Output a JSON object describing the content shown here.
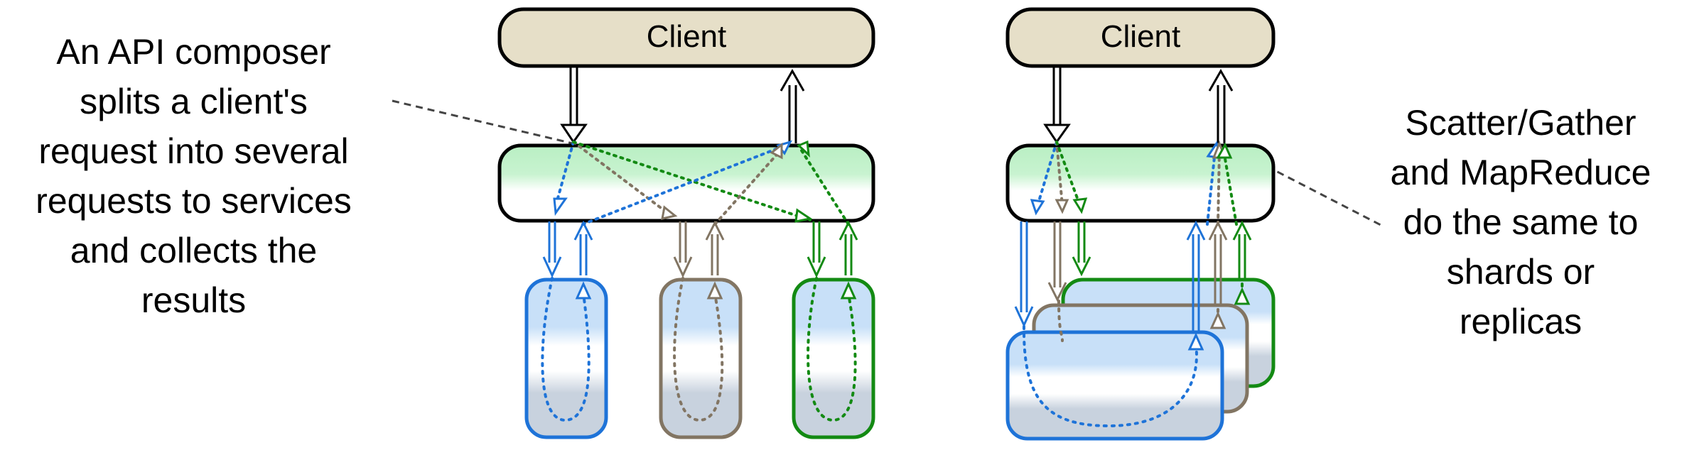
{
  "left_caption_lines": [
    "An API composer",
    "splits a client's",
    "request into several",
    "requests to services",
    "and collects the",
    "results"
  ],
  "right_caption_lines": [
    "Scatter/Gather",
    "and MapReduce",
    "do the same to",
    "shards or",
    "replicas"
  ],
  "left_client_label": "Client",
  "right_client_label": "Client",
  "colors": {
    "client_fill": "#e6dfc8",
    "composer_green": "#b9efc3",
    "blue": "#1e73d8",
    "brown": "#827563",
    "green": "#138a13",
    "service_top": "#c8e0f8",
    "service_bottom": "#c8d2de"
  }
}
